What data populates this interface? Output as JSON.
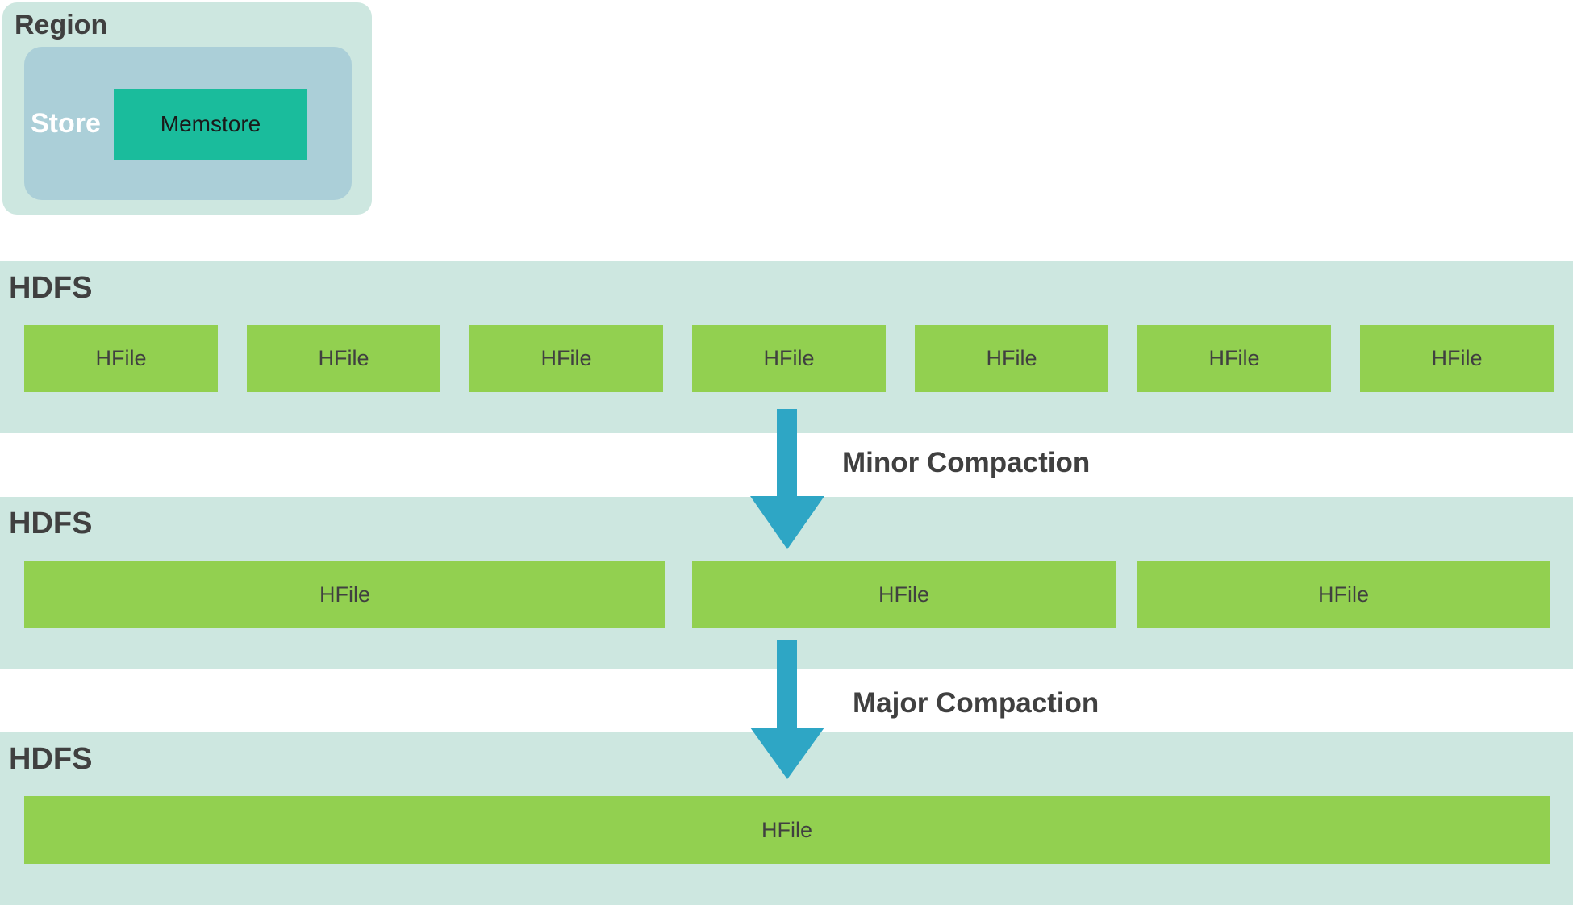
{
  "region": {
    "title": "Region",
    "store": {
      "title": "Store",
      "memstore": "Memstore"
    }
  },
  "hdfs_levels": [
    {
      "title": "HDFS",
      "hfiles": [
        "HFile",
        "HFile",
        "HFile",
        "HFile",
        "HFile",
        "HFile",
        "HFile"
      ]
    },
    {
      "title": "HDFS",
      "hfiles": [
        "HFile",
        "HFile",
        "HFile"
      ]
    },
    {
      "title": "HDFS",
      "hfiles": [
        "HFile"
      ]
    }
  ],
  "transitions": [
    {
      "label": "Minor Compaction"
    },
    {
      "label": "Major Compaction"
    }
  ],
  "colors": {
    "band_bg": "#cde7e0",
    "store_bg": "#abcfd8",
    "memstore": "#1abc9c",
    "hfile": "#92d050",
    "arrow": "#2ea6c5"
  }
}
